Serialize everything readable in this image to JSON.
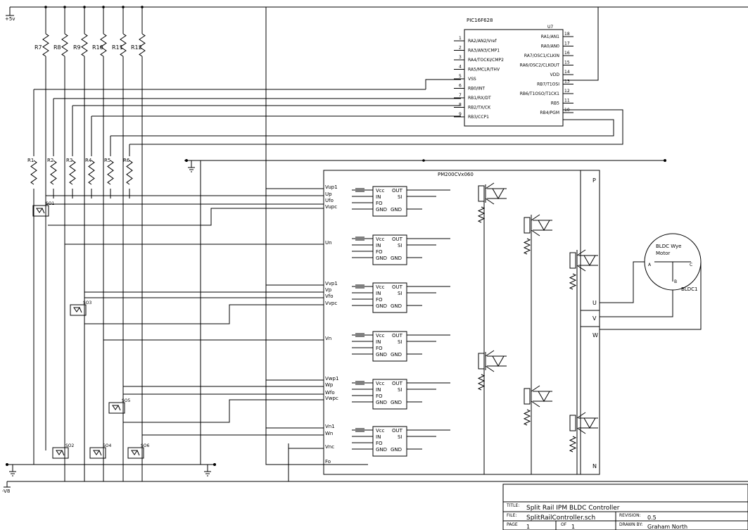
{
  "power": {
    "vcc_label": "+5v",
    "vee_label": "-V8"
  },
  "pic": {
    "part": "PIC16F628",
    "ref": "U7",
    "left_pins": [
      {
        "num": "1",
        "name": "RA2/AN2/Vref"
      },
      {
        "num": "2",
        "name": "RA3/AN3/CMP1"
      },
      {
        "num": "3",
        "name": "RA4/TOCKI/CMP2"
      },
      {
        "num": "4",
        "name": "RA5/MCLR/THV"
      },
      {
        "num": "5",
        "name": "VSS"
      },
      {
        "num": "6",
        "name": "RB0/INT"
      },
      {
        "num": "7",
        "name": "RB1/RX/DT"
      },
      {
        "num": "8",
        "name": "RB2/TX/CK"
      },
      {
        "num": "9",
        "name": "RB3/CCP1"
      }
    ],
    "right_pins": [
      {
        "num": "18",
        "name": "RA1/AN1"
      },
      {
        "num": "17",
        "name": "RA0/AN0"
      },
      {
        "num": "16",
        "name": "RA7/OSC1/CLKIN"
      },
      {
        "num": "15",
        "name": "RA6/OSC2/CLKOUT"
      },
      {
        "num": "14",
        "name": "VDD"
      },
      {
        "num": "13",
        "name": "RB7/T1OSI"
      },
      {
        "num": "12",
        "name": "RB6/T1OSO/T1CK1"
      },
      {
        "num": "11",
        "name": "RB5"
      },
      {
        "num": "10",
        "name": "RB4/PGM"
      }
    ]
  },
  "resistors_top": [
    "R7",
    "R8",
    "R9",
    "R10",
    "R11",
    "R12"
  ],
  "resistors_bottom": [
    "R1",
    "R2",
    "R3",
    "R4",
    "R5",
    "R6"
  ],
  "opto_labels": [
    "SO1",
    "SO3",
    "SO5",
    "SO2",
    "SO4",
    "SO6"
  ],
  "ipm": {
    "part": "PM200CVx060",
    "left_labels": [
      "Vup1",
      "Up",
      "Ufo",
      "Vupc",
      "Un",
      "Vvp1",
      "Vp",
      "Vfo",
      "Vvpc",
      "Vn",
      "Vwp1",
      "Wp",
      "Wfo",
      "Vwpc",
      "Vn1",
      "Wn",
      "Vnc",
      "Fo"
    ],
    "right_labels": [
      "P",
      "U",
      "V",
      "W",
      "N"
    ],
    "driver": {
      "vcc": "Vcc",
      "in": "IN",
      "fo": "FO",
      "gnd": "GND",
      "out": "OUT",
      "si": "SI",
      "gnd2": "GND"
    }
  },
  "motor": {
    "title1": "BLDC Wye",
    "title2": "Motor",
    "a": "A",
    "b": "B",
    "c": "C",
    "ref": "BLDC1"
  },
  "title_block": {
    "title_label": "TITLE:",
    "title": "Split Rail IPM BLDC Controller",
    "file_label": "FILE:",
    "file": "SplitRailController.sch",
    "page_label": "PAGE",
    "page": "1",
    "of_label": "OF",
    "of": "1",
    "revision_label": "REVISION:",
    "revision": "0.5",
    "drawn_label": "DRAWN BY:",
    "drawn": "Graham North"
  }
}
